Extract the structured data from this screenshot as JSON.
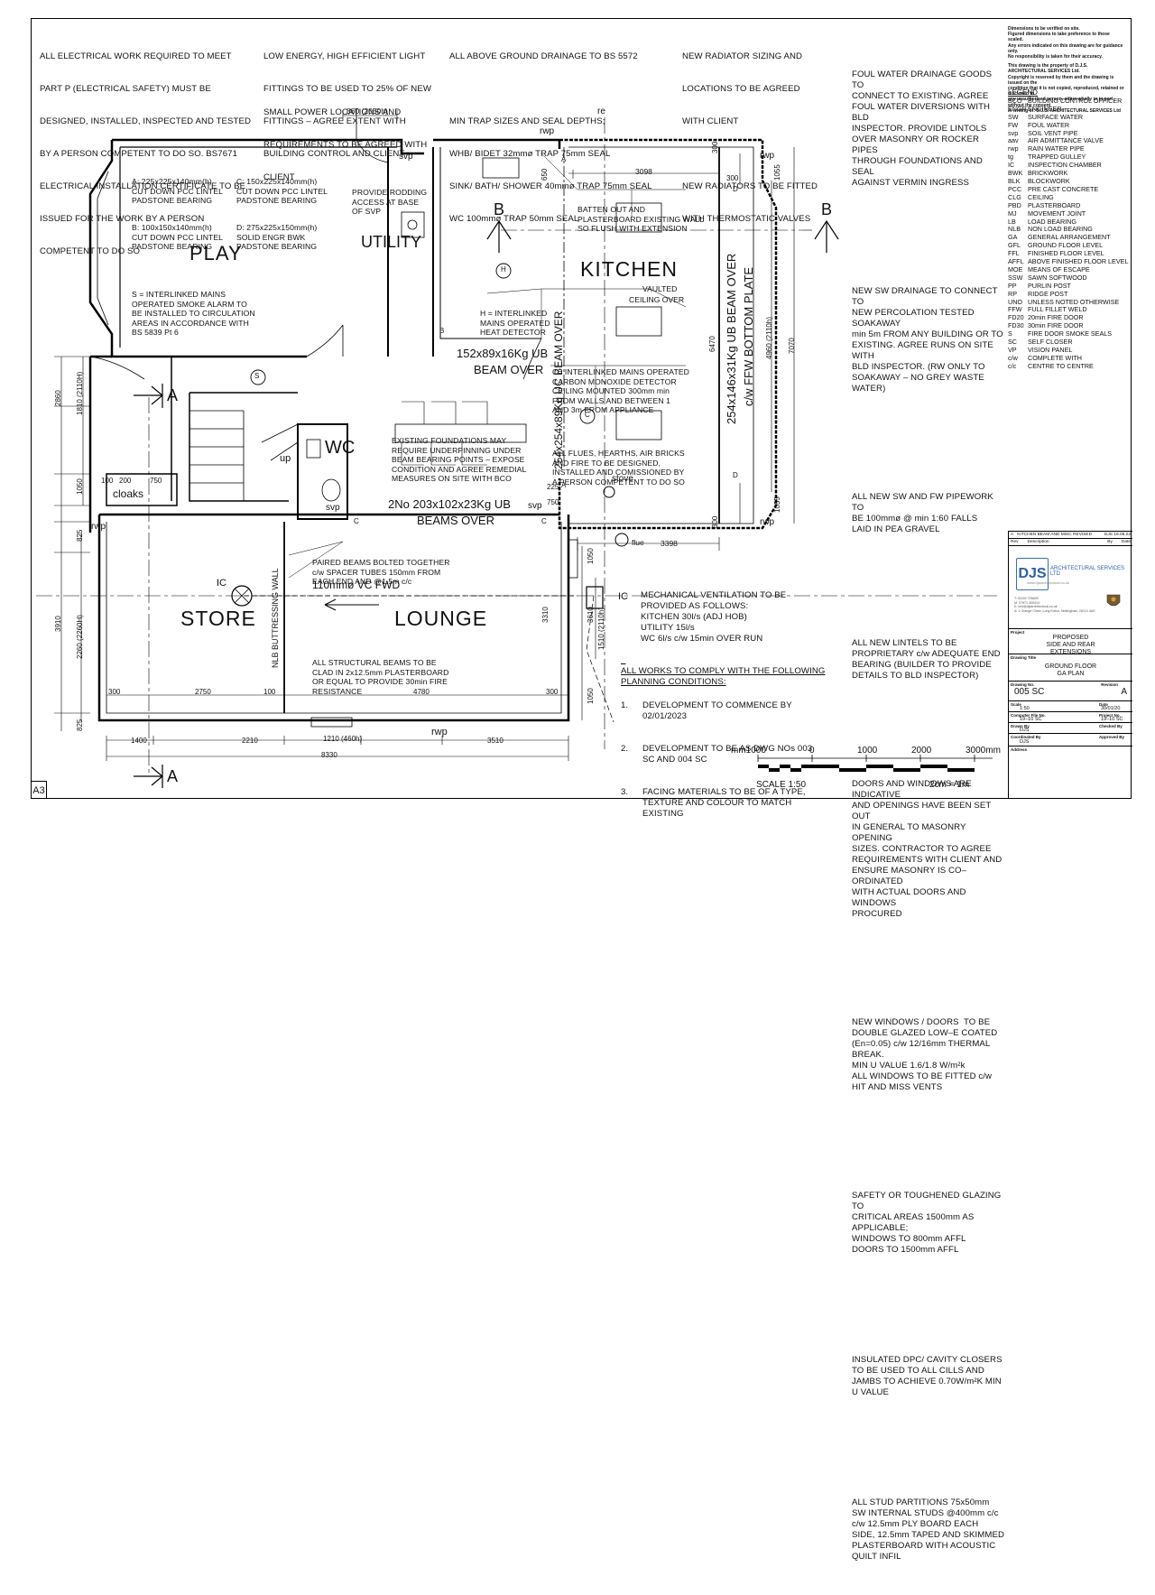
{
  "sheet_size": "A3",
  "notes": {
    "electrical": [
      "ALL ELECTRICAL WORK REQUIRED TO MEET",
      "PART P (ELECTRICAL SAFETY) MUST BE",
      "DESIGNED, INSTALLED, INSPECTED AND TESTED",
      "BY A PERSON COMPETENT TO DO SO. BS7671",
      "ELECTRICAL INSTALLATION CERTIFICATE TO BE",
      "ISSUED FOR THE WORK BY A PERSON",
      "COMPETENT TO DO SO"
    ],
    "lighting": [
      "LOW ENERGY, HIGH EFFICIENT LIGHT",
      "FITTINGS TO BE USED TO 25% OF NEW",
      "FITTINGS – AGREE EXTENT WITH",
      "BUILDING CONTROL AND CLIENT"
    ],
    "power": [
      "SMALL POWER LOCATIONS AND",
      "REQUIREMENTS TO BE AGREED WITH",
      "CLIENT"
    ],
    "drainage": [
      "ALL ABOVE GROUND DRAINAGE TO BS 5572",
      "",
      "MIN TRAP SIZES AND SEAL DEPTHS;",
      "WHB/ BIDET 32mmø TRAP 75mm SEAL",
      "SINK/ BATH/ SHOWER 40mmø TRAP 75mm SEAL",
      "WC 100mmø TRAP 50mm SEAL"
    ],
    "radiators": [
      "NEW RADIATOR SIZING AND",
      "LOCATIONS TO BE AGREED",
      "WITH CLIENT",
      "",
      "NEW RADIATORS TO BE FITTED",
      "WITH THERMOSTATIC VALVES"
    ],
    "right_column": [
      [
        "FOUL WATER DRAINAGE GOODS TO",
        "CONNECT TO EXISTING. AGREE",
        "FOUL WATER DIVERSIONS WITH BLD",
        "INSPECTOR. PROVIDE LINTOLS",
        "OVER MASONRY OR ROCKER PIPES",
        "THROUGH FOUNDATIONS AND SEAL",
        "AGAINST VERMIN INGRESS"
      ],
      [
        "NEW SW DRAINAGE TO CONNECT TO",
        "NEW PERCOLATION TESTED SOAKAWAY",
        "min 5m FROM ANY BUILDING OR TO",
        "EXISTING. AGREE RUNS ON SITE WITH",
        "BLD INSPECTOR. (RW ONLY TO",
        "SOAKAWAY – NO GREY WASTE",
        "WATER)"
      ],
      [
        "ALL NEW SW AND FW PIPEWORK TO",
        "BE 100mmø @ min 1:60 FALLS",
        "LAID IN PEA GRAVEL"
      ],
      [
        "ALL NEW LINTELS TO BE",
        "PROPRIETARY c/w ADEQUATE END",
        "BEARING (BUILDER TO PROVIDE",
        "DETAILS TO BLD INSPECTOR)"
      ],
      [
        "DOORS AND WINDOWS ARE INDICATIVE",
        "AND OPENINGS HAVE BEEN SET OUT",
        "IN GENERAL TO MASONRY OPENING",
        "SIZES. CONTRACTOR TO AGREE",
        "REQUIREMENTS WITH CLIENT AND",
        "ENSURE MASONRY IS CO–ORDINATED",
        "WITH ACTUAL DOORS AND WINDOWS",
        "PROCURED"
      ],
      [
        "NEW WINDOWS / DOORS  TO BE",
        "DOUBLE GLAZED LOW–E COATED",
        "(En=0.05) c/w 12/16mm THERMAL",
        "BREAK.",
        "MIN U VALUE 1.6/1.8 W/m²k",
        "ALL WINDOWS TO BE FITTED c/w",
        "HIT AND MISS VENTS"
      ],
      [
        "SAFETY OR TOUGHENED GLAZING TO",
        "CRITICAL AREAS 1500mm AS",
        "APPLICABLE;",
        "WINDOWS TO 800mm AFFL",
        "DOORS TO 1500mm AFFL"
      ],
      [
        "INSULATED DPC/ CAVITY CLOSERS",
        "TO BE USED TO ALL CILLS AND",
        "JAMBS TO ACHIEVE 0.70W/m²K MIN",
        "U VALUE"
      ],
      [
        "ALL STUD PARTITIONS 75x50mm",
        "SW INTERNAL STUDS @400mm c/c",
        "c/w 12.5mm PLY BOARD EACH",
        "SIDE, 12.5mm TAPED AND SKIMMED",
        "PLASTERBOARD WITH ACOUSTIC",
        "QUILT INFIL"
      ]
    ],
    "lintels": [
      "A: 225x225x140mm(h)",
      "CUT DOWN PCC LINTEL",
      "PADSTONE BEARING",
      "C: 150x225x140mm(h)",
      "CUT DOWN PCC LINTEL",
      "PADSTONE BEARING",
      "B: 100x150x140mm(h)",
      "CUT DOWN PCC LINTEL",
      "PADSTONE BEARING",
      "D: 275x225x150mm(h)",
      "SOLID ENGR BWK",
      "PADSTONE BEARING"
    ],
    "smoke": [
      "S = INTERLINKED MAINS",
      "OPERATED SMOKE ALARM TO",
      "BE INSTALLED TO CIRCULATION",
      "AREAS IN ACCORDANCE WITH",
      "BS 5839 Pt 6"
    ],
    "heat": [
      "H = INTERLINKED",
      "MAINS OPERATED",
      "HEAT DETECTOR"
    ],
    "co": [
      "C= INTERLINKED MAINS OPERATED",
      "CARBON MONOXIDE DETECTOR",
      "CEILING MOUNTED 300mm min",
      "FROM WALLS AND BETWEEN 1",
      "AND 3m FROM APPLIANCE"
    ],
    "flues": [
      "ALL FLUES, HEARTHS, AIR BRICKS",
      "AND FIRE TO BE DESIGNED,",
      "INSTALLED AND COMISSIONED BY",
      "A PERSON COMPETENT TO DO SO"
    ],
    "foundations": [
      "EXISTING FOUNDATIONS MAY",
      "REQUIRE UNDERPINNING UNDER",
      "BEAM BEARING POINTS – EXPOSE",
      "CONDITION AND AGREE REMEDIAL",
      "MEASURES ON SITE WITH BCO"
    ],
    "batten": [
      "BATTEN OUT AND",
      "PLASTERBOARD EXISTING WALL",
      "SO FLUSH WITH EXTENSION"
    ],
    "rodding": [
      "PROVIDE RODDING",
      "ACCESS AT BASE",
      "OF SVP"
    ],
    "paired_beams": [
      "PAIRED BEAMS BOLTED TOGETHER",
      "c/w SPACER TUBES 150mm FROM",
      "EACH END AND @1.5m c/c"
    ],
    "structural": [
      "ALL STRUCTURAL BEAMS TO BE",
      "CLAD IN 2x12.5mm PLASTERBOARD",
      "OR EQUAL TO PROVIDE 30min FIRE",
      "RESISTANCE"
    ],
    "ventilation": [
      "MECHANICAL VENTILATION TO BE",
      "PROVIDED AS FOLLOWS:",
      "KITCHEN 30l/s (ADJ HOB)",
      "UTILITY 15l/s",
      "WC 6l/s c/w 15min OVER RUN"
    ],
    "planning_title": "ALL WORKS TO COMPLY WITH THE FOLLOWING PLANNING CONDITIONS:",
    "planning_title_lines": [
      "ALL WORKS TO COMPLY WITH THE FOLLOWING",
      "PLANNING CONDITIONS:"
    ],
    "planning": [
      {
        "num": "1.",
        "lines": [
          "DEVELOPMENT TO COMMENCE BY",
          "02/01/2023"
        ]
      },
      {
        "num": "2.",
        "lines": [
          "DEVELOPMENT TO BE AS DWG NOs 003",
          "SC AND 004 SC"
        ]
      },
      {
        "num": "3.",
        "lines": [
          "FACING MATERIALS TO BE OF A TYPE,",
          "TEXTURE AND COLOUR TO MATCH",
          "EXISTING"
        ]
      }
    ]
  },
  "rooms": {
    "play": "PLAY",
    "utility": "UTILITY",
    "kitchen": "KITCHEN",
    "wc": "WC",
    "store": "STORE",
    "lounge": "LOUNGE",
    "cloaks": "cloaks",
    "up": "up",
    "stove": "stove",
    "vaulted": "VAULTED",
    "ceiling_over": "CEILING OVER"
  },
  "labels": {
    "beam1": "152x89x16Kg UB",
    "beam1b": "BEAM OVER",
    "beam2": "2No 203x102x23Kg UB",
    "beam2b": "BEAMS OVER",
    "uc_beam": "254x254x89Kg UC BEAM OVER",
    "ub_beam": "254x146x31Kg UB BEAM OVER",
    "ffw": "c/w FFW BOTTOM PLATE",
    "nlb": "NLB BUTTRESSING WALL",
    "vc_fwd": "110mmø VC FWD",
    "flue": "flue",
    "ic": "IC",
    "svp": "svp",
    "rwp": "rwp",
    "re": "re",
    "S": "S",
    "H": "H",
    "C": "C",
    "A": "A",
    "B": "B",
    "D": "D",
    "section_A": "A",
    "section_B": "B",
    "dims": {
      "d3098": "3098",
      "d3398": "3398",
      "d860": "860 (2050h)",
      "d650": "650",
      "d300": "300",
      "d1055": "1055",
      "d7070": "7070",
      "d6470": "6470",
      "d4960": "4960 (2110h)",
      "d2860": "2860",
      "d1810": "1810 (2110H)",
      "d1050": "1050",
      "d825": "825",
      "d100": "100",
      "d200": "200",
      "d750": "750",
      "d225": "225",
      "d3910": "3910",
      "d2260": "2260 (2260H)",
      "d2750": "2750",
      "d4780": "4780",
      "d3310": "3310",
      "d3610": "3610",
      "d1510": "1510 (2110h)",
      "d1400": "1400",
      "d2210": "2210",
      "d1210": "1210 (460h)",
      "d3510": "3510",
      "d8330": "8330"
    }
  },
  "scale_bar": {
    "ticks": [
      "mm1000",
      "0",
      "1000",
      "2000",
      "3000mm"
    ],
    "scale": "SCALE 1:50",
    "ratio": "2cm = 1m"
  },
  "legend": {
    "title": "LEGEND",
    "items": [
      [
        "BCO",
        "BUILDING CONTROL OFFICER"
      ],
      [
        "ENGR",
        "ENGINEER"
      ],
      [
        "SW",
        "SURFACE WATER"
      ],
      [
        "FW",
        "FOUL WATER"
      ],
      [
        "svp",
        "SOIL VENT PIPE"
      ],
      [
        "aav",
        "AIR ADMITTANCE VALVE"
      ],
      [
        "rwp",
        "RAIN WATER PIPE"
      ],
      [
        "tg",
        "TRAPPED GULLEY"
      ],
      [
        "IC",
        "INSPECTION CHAMBER"
      ],
      [
        "BWK",
        "BRICKWORK"
      ],
      [
        "BLK",
        "BLOCKWORK"
      ],
      [
        "PCC",
        "PRE CAST CONCRETE"
      ],
      [
        "CLG",
        "CEILING"
      ],
      [
        "PBD",
        "PLASTERBOARD"
      ],
      [
        "MJ",
        "MOVEMENT JOINT"
      ],
      [
        "LB",
        "LOAD BEARING"
      ],
      [
        "NLB",
        "NON LOAD BEARING"
      ],
      [
        "GA",
        "GENERAL ARRANGEMENT"
      ],
      [
        "GFL",
        "GROUND FLOOR LEVEL"
      ],
      [
        "FFL",
        "FINISHED FLOOR LEVEL"
      ],
      [
        "AFFL",
        "ABOVE FINISHED FLOOR LEVEL"
      ],
      [
        "MOE",
        "MEANS OF ESCAPE"
      ],
      [
        "SSW",
        "SAWN SOFTWOOD"
      ],
      [
        "PP",
        "PURLIN POST"
      ],
      [
        "RP",
        "RIDGE POST"
      ],
      [
        "UNO",
        "UNLESS NOTED OTHERWISE"
      ],
      [
        "FFW",
        "FULL FILLET WELD"
      ],
      [
        "FD20",
        "20min FIRE DOOR"
      ],
      [
        "FD30",
        "30min FIRE DOOR"
      ],
      [
        "S",
        "FIRE DOOR SMOKE SEALS"
      ],
      [
        "SC",
        "SELF CLOSER"
      ],
      [
        "VP",
        "VISION PANEL"
      ],
      [
        "c/w",
        "COMPLETE WITH"
      ],
      [
        "c/c",
        "CENTRE TO CENTRE"
      ]
    ]
  },
  "disclaimer": [
    "Dimensions to be verified on site.",
    "Figured dimensions to take preference to those scaled.",
    "Any errors indicated on this drawing are for guidance only.",
    "No responsibility is taken for their accuracy.",
    "",
    "This drawing is the property of D.J.S. ARCHITECTURAL SERVICES Ltd.",
    "Copyright is reserved by them and the drawing is issued on the",
    "condition that it is not copied, reproduced, retained or disclosed to",
    "any unauthorised person, either wholly or in part without the consent",
    "in writing of: D.J.S. ARCHITECTURAL SERVICES Ltd"
  ],
  "title_block": {
    "revision_row": [
      "A",
      "KITCHEN BEAM AND MISC REVISED",
      "DJS 19.05.22"
    ],
    "rev_headers": [
      "Rev",
      "Description",
      "By",
      "Date"
    ],
    "company": "ARCHITECTURAL SERVICES LTD",
    "logo_text": "DJS",
    "web": "www.djsarchitectural.co.uk",
    "contact": [
      "T: 01159 725826",
      "M: 07971 000414",
      "E: info@djsarchitectural.co.uk",
      "A: 1 Orange Close, Long Eaton, Nottingham, NG10 4AS"
    ],
    "project_label": "Project",
    "project": [
      "PROPOSED",
      "SIDE AND REAR",
      "EXTENSIONS"
    ],
    "drawing_title_label": "Drawing Title",
    "drawing_title": [
      "GROUND FLOOR",
      "GA PLAN"
    ],
    "drawing_no_label": "Drawing No.",
    "revision_label": "Revision",
    "drawing_no": "005 SC",
    "revision": "A",
    "scale_label": "Scale",
    "scale": "1:50",
    "date_label": "Date",
    "date": "30/01/20",
    "computer_file_label": "Computer File No.",
    "computer_file": "19–10 SC",
    "project_no_label": "Project No.",
    "project_no": "19–10 SC",
    "drawn_label": "Drawn By",
    "drawn": "DJS",
    "checked_label": "Checked By",
    "coordinated_label": "Coordinated By",
    "coordinated": "DJS",
    "approved_label": "Approved By",
    "address_label": "Address"
  }
}
